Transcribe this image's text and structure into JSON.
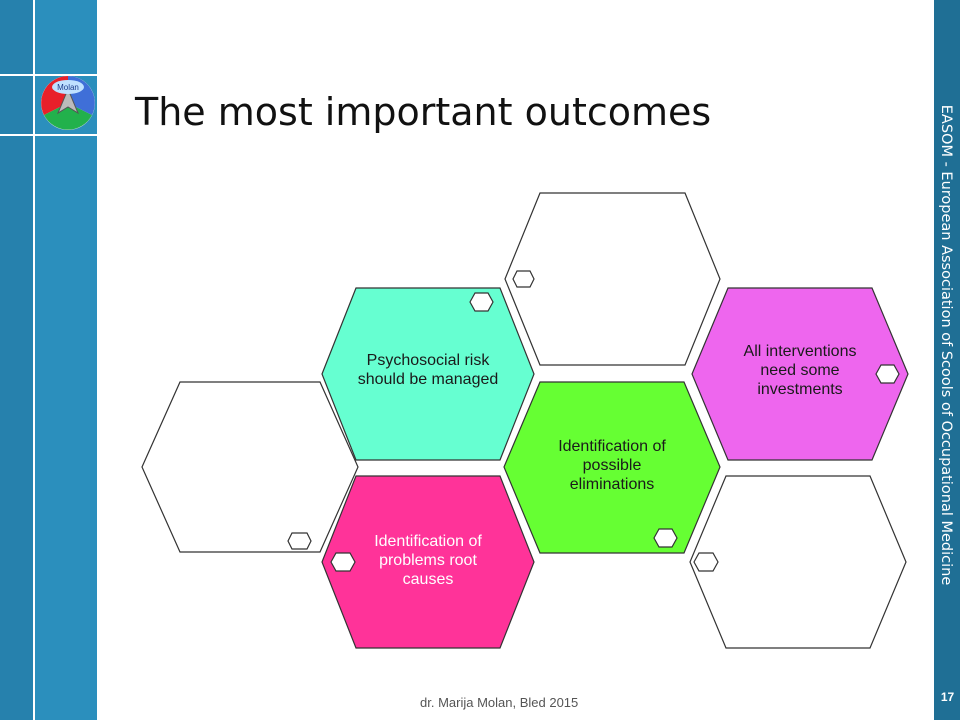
{
  "slide": {
    "title": "The most important outcomes",
    "side_text": "EASOM - European Association of Scools of Occupational Medicine",
    "footer": "dr. Marija Molan, Bled 2015",
    "page_number": "17",
    "logo_text": "Molan"
  },
  "hexagons": {
    "psychosocial": "Psychosocial risk should be managed",
    "identification_possible": "Identification of possible eliminations",
    "interventions": "All interventions need some investments",
    "root_causes": "Identification of problems root causes"
  },
  "colors": {
    "band_blue": "#2b8fbd",
    "right_band": "#1f6f95",
    "hex_aqua": "#66ffd1",
    "hex_green": "#66ff33",
    "hex_magenta": "#ee66ee",
    "hex_pink": "#ff3399"
  }
}
